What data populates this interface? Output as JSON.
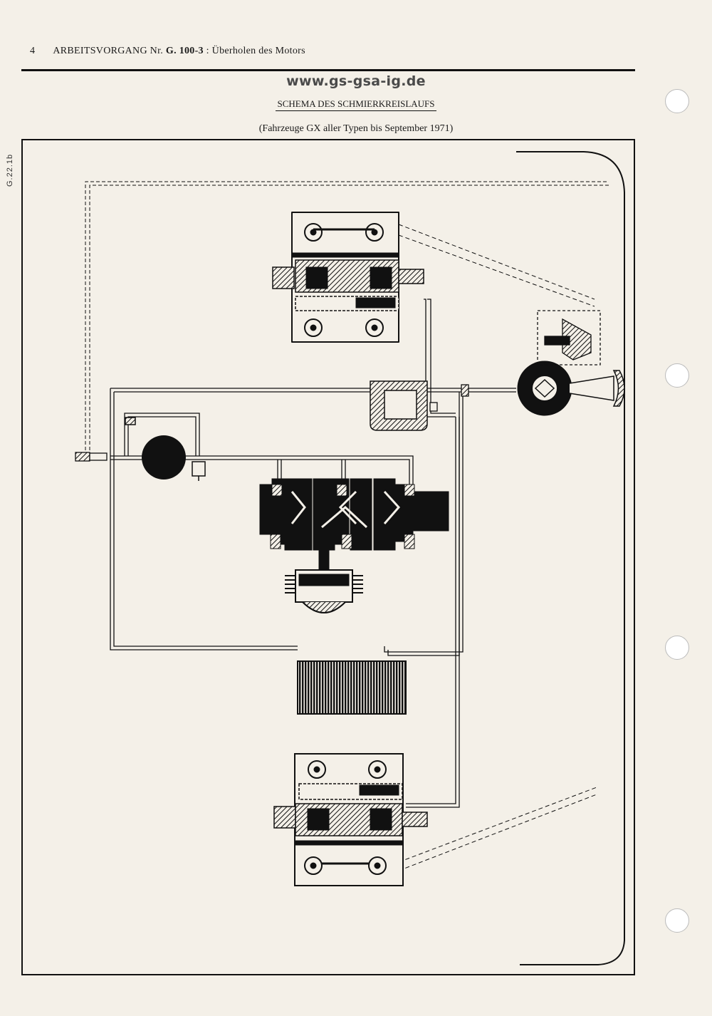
{
  "header": {
    "page_number": "4",
    "operation_label": "ARBEITSVORGANG Nr.",
    "operation_code": "G. 100-3",
    "operation_title": ": Überholen des Motors"
  },
  "watermark": "www.gs-gsa-ig.de",
  "title": "SCHEMA DES SCHMIERKREISLAUFS",
  "subtitle": "(Fahrzeuge GX aller Typen bis September 1971)",
  "side_reference": "G.22.1b",
  "colors": {
    "paper": "#f4f0e8",
    "ink": "#111111"
  }
}
